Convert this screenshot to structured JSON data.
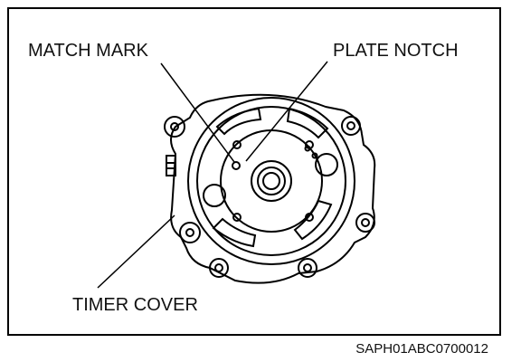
{
  "labels": {
    "match_mark": "MATCH MARK",
    "plate_notch": "PLATE NOTCH",
    "timer_cover": "TIMER COVER"
  },
  "figure_code": "SAPH01ABC0700012"
}
